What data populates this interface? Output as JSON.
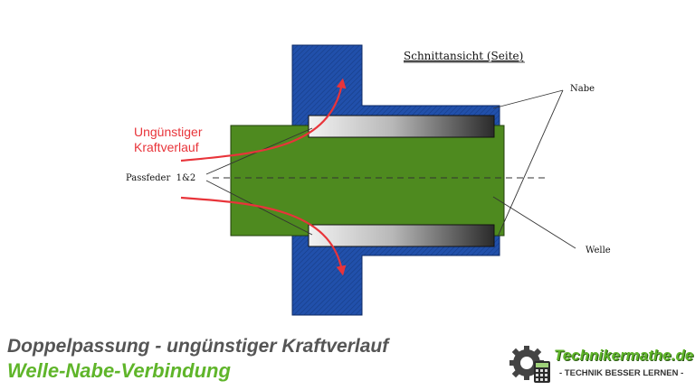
{
  "labels": {
    "view_title": "Schnittansicht (Seite)",
    "hub": "Nabe",
    "shaft": "Welle",
    "keys": "Passfeder  1&2",
    "force_line1": "Ungünstiger",
    "force_line2": "Kraftverlauf"
  },
  "footer": {
    "title": "Doppelpassung - ungünstiger Kraftverlauf",
    "subtitle": "Welle-Nabe-Verbindung"
  },
  "logo": {
    "name": "Technikermathe.de",
    "tagline": "- TECHNIK BESSER LERNEN -",
    "icon": "gear-calculator-icon"
  },
  "colors": {
    "hub": "#1f4fa8",
    "shaft": "#4e8a1f",
    "arrow": "#e8343a",
    "title_gray": "#555555",
    "brand_green": "#5fb52a"
  }
}
